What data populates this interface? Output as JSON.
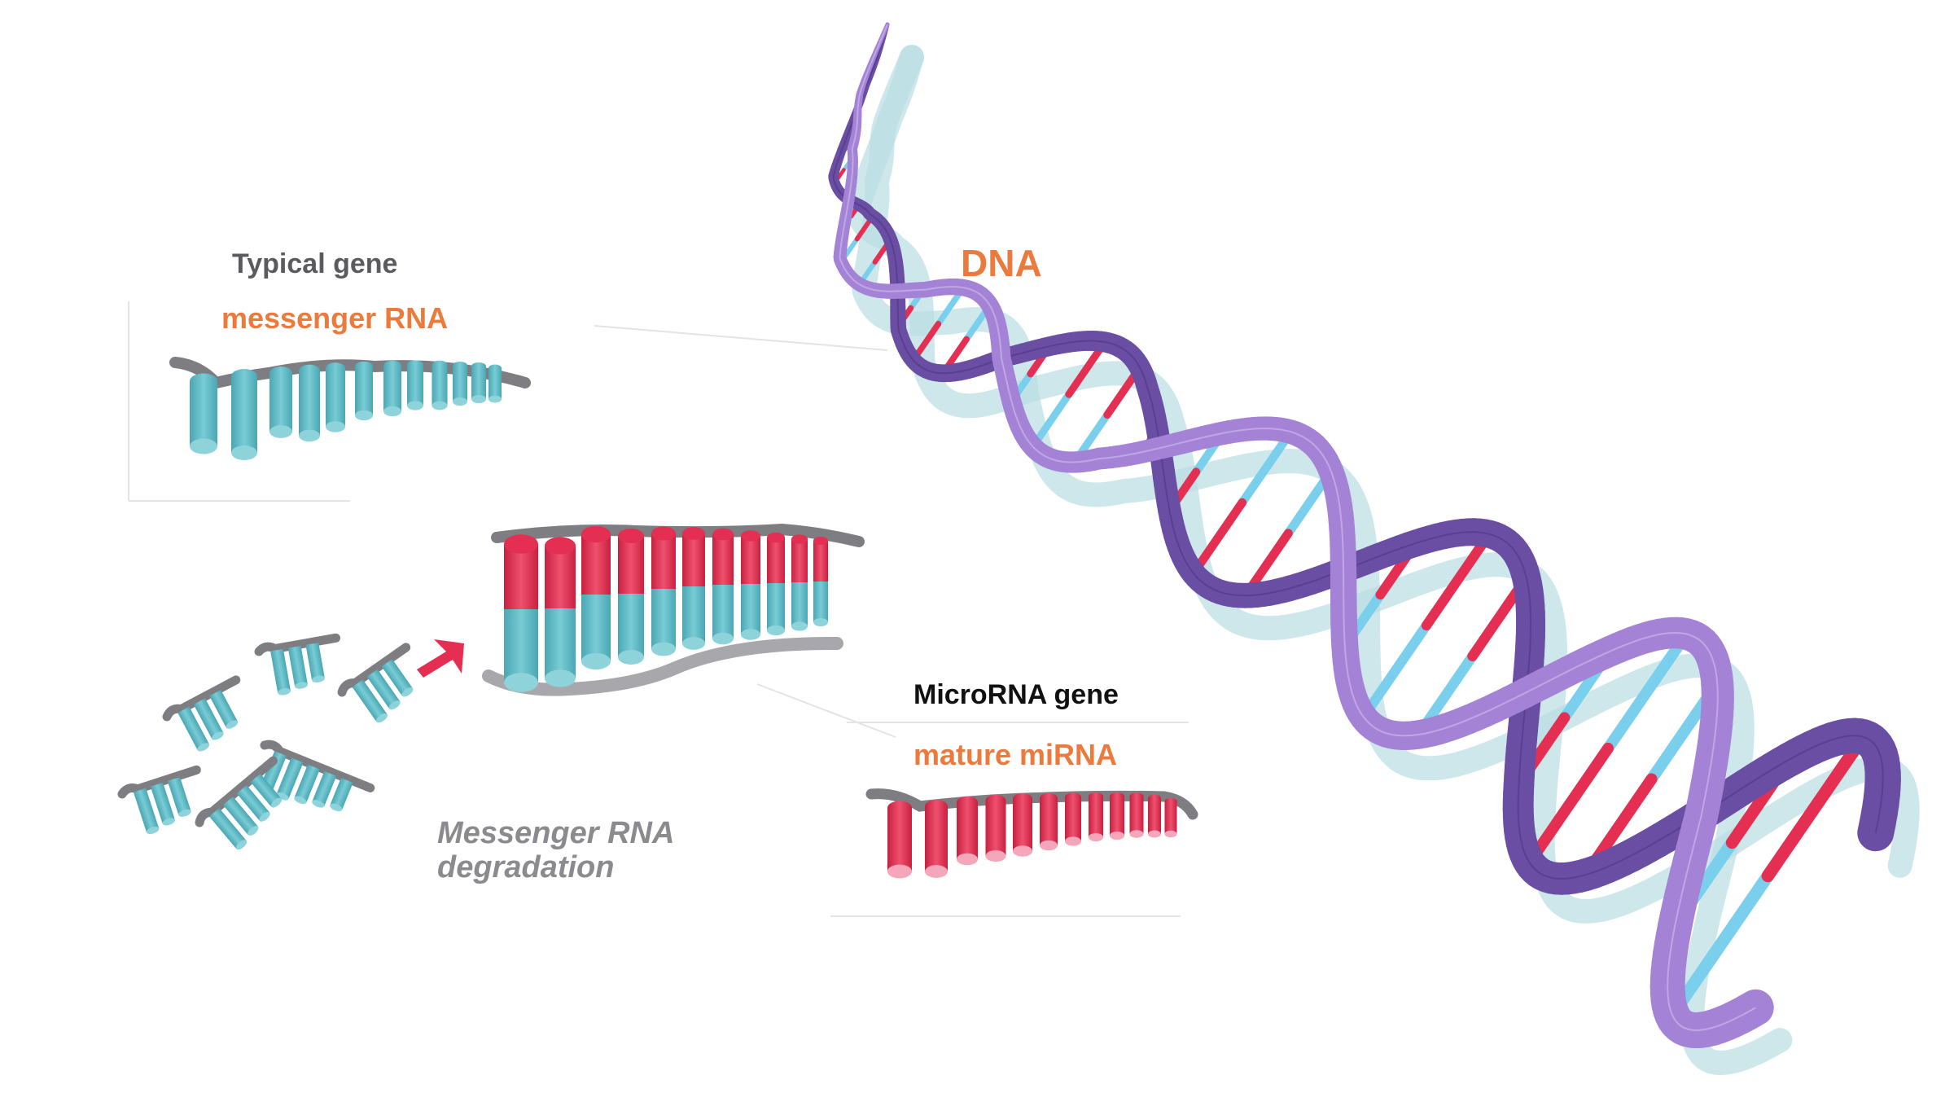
{
  "labels": {
    "typical_gene": "Typical gene",
    "messenger_rna": "messenger RNA",
    "dna": "DNA",
    "microrna_gene": "MicroRNA gene",
    "mature_mirna": "mature miRNA",
    "degradation_line1": "Messenger RNA",
    "degradation_line2": "degradation"
  },
  "colors": {
    "label_orange": "#ec7a3c",
    "label_gray": "#5a5a5f",
    "label_black": "#111111",
    "degradation_gray": "#8a8a8f",
    "backbone_gray": "#7d7d82",
    "teal": "#5fbcc7",
    "red": "#e52f52",
    "pink": "#f4a6bb",
    "helix_purple": "#8a6ac0",
    "helix_light": "#b79ddf",
    "helix_dark": "#5e4390",
    "cyan_pair": "#7ad0ec",
    "shadow_blue": "#b9dde2"
  },
  "icons": {
    "arrow": "red-arrow-icon"
  }
}
